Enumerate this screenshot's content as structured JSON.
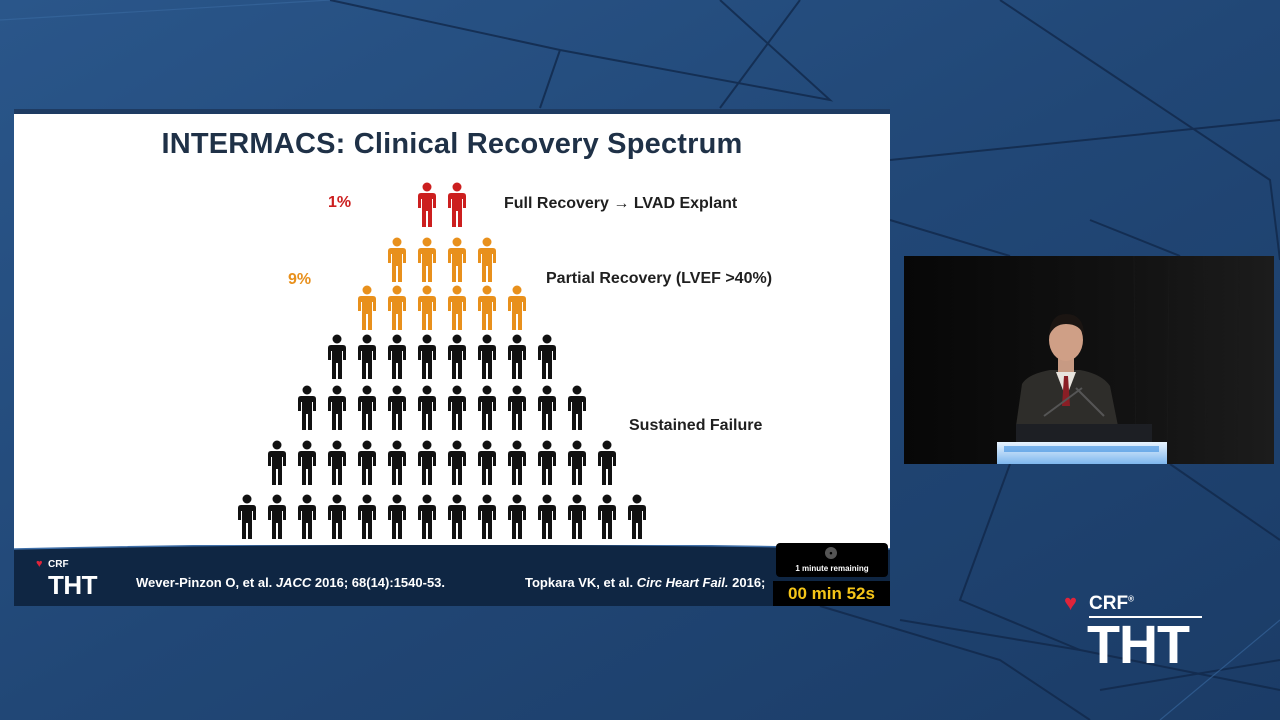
{
  "slide": {
    "title": "INTERMACS: Clinical Recovery Spectrum",
    "tiers": [
      {
        "percent": "1%",
        "label": "Full Recovery → LVAD Explant",
        "color": "#cc1f1f",
        "rows": [
          2
        ]
      },
      {
        "percent": "9%",
        "label": "Partial Recovery (LVEF >40%)",
        "color": "#e8901c",
        "rows": [
          4,
          6
        ]
      },
      {
        "percent": "",
        "label": "Sustained Failure",
        "color": "#111111",
        "rows": [
          8,
          10,
          12,
          14
        ]
      }
    ],
    "citations": {
      "left": {
        "authors": "Wever-Pinzon O, et al. ",
        "journal": "JACC",
        "details": " 2016; 68(14):1540-53."
      },
      "right": {
        "authors": "Topkara VK, et al. ",
        "journal": "Circ Heart Fail.",
        "details": " 2016;"
      }
    },
    "footer_logo": {
      "crf": "CRF",
      "tht": "THT"
    }
  },
  "timer": {
    "remaining_text": "1 minute remaining",
    "countdown": "00 min 52s"
  },
  "corner_logo": {
    "crf": "CRF",
    "tht": "THT",
    "registered": "®"
  },
  "colors": {
    "background": "#234a76",
    "red": "#cc1f1f",
    "orange": "#e8901c",
    "navy": "#1e3b62",
    "timer_yellow": "#f5c518"
  }
}
